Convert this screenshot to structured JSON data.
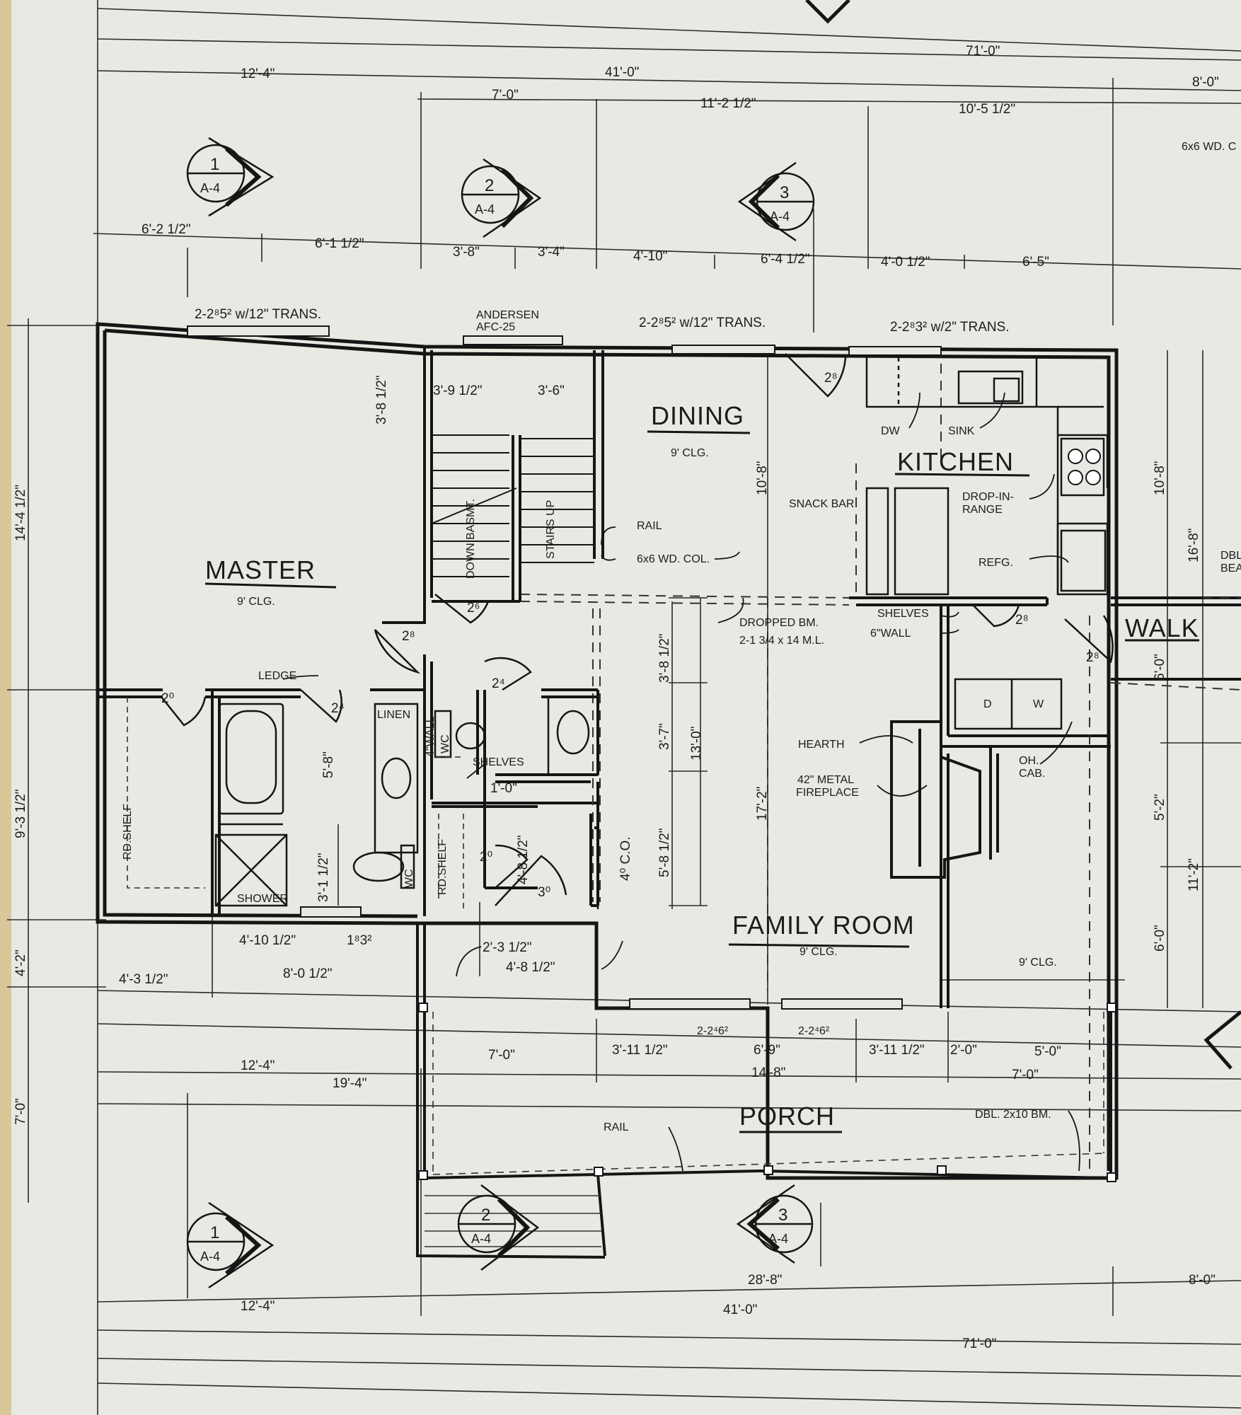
{
  "dimensions": {
    "top_overall_71": "71'-0\"",
    "top_41": "41'-0\"",
    "top_right_8": "8'-0\"",
    "top_left_12_4": "12'-4\"",
    "top_7": "7'-0\"",
    "top_11_2_5": "11'-2 1/2\"",
    "top_10_5_5": "10'-5 1/2\"",
    "win_6_2_5": "6'-2 1/2\"",
    "win_6_1_5": "6'-1 1/2\"",
    "win_3_8": "3'-8\"",
    "win_3_4": "3'-4\"",
    "win_4_10": "4'-10\"",
    "win_6_4_5": "6'-4 1/2\"",
    "win_4_0_5": "4'-0 1/2\"",
    "win_6_5": "6'-5\"",
    "stair_3_9_5": "3'-9 1/2\"",
    "stair_3_6": "3'-6\"",
    "stair_3_8_5_vert": "3'-8 1/2\"",
    "dining_10_8": "10'-8\"",
    "kitchen_10_8": "10'-8\"",
    "right_16_8": "16'-8\"",
    "right_6_0_upper": "6'-0\"",
    "right_5_2": "5'-2\"",
    "right_11_2": "11'-2\"",
    "right_6_0_lower": "6'-0\"",
    "left_14_4_5": "14'-4 1/2\"",
    "left_9_3_5": "9'-3 1/2\"",
    "left_4_2": "4'-2\"",
    "left_7_0": "7'-0\"",
    "bath_5_8": "5'-8\"",
    "bath_3_1_5": "3'-1 1/2\"",
    "bath_4_10_5": "4'-10 1/2\"",
    "bath_1_8_3_2": "1⁸3²",
    "hall_4_3_5": "4'-3 1/2\"",
    "hall_8_0_5": "8'-0 1/2\"",
    "hall_2_3_5": "2'-3 1/2\"",
    "hall_4_8_5": "4'-8 1/2\"",
    "hall_1_0": "1'-0\"",
    "hall_4_8_5_vert": "4'-8 1/2\"",
    "fam_3_8_5": "3'-8 1/2\"",
    "fam_3_7": "3'-7\"",
    "fam_13_0": "13'-0\"",
    "fam_5_8_5": "5'-8 1/2\"",
    "fam_17_2": "17'-2\"",
    "fam_4_0_co": "4⁰ C.O.",
    "porch_3_11_5_left": "3'-11 1/2\"",
    "porch_6_9": "6'-9\"",
    "porch_3_11_5_right": "3'-11 1/2\"",
    "porch_2_0": "2'-0\"",
    "porch_5_0": "5'-0\"",
    "porch_7_0_left": "7'-0\"",
    "porch_14_8": "14'-8\"",
    "porch_7_0_right": "7'-0\"",
    "bottom_12_4_upper": "12'-4\"",
    "bottom_19_4": "19'-4\"",
    "bottom_12_4_lower": "12'-4\"",
    "bottom_28_8": "28'-8\"",
    "bottom_41": "41'-0\"",
    "bottom_8": "8'-0\"",
    "bottom_71": "71'-0\""
  },
  "windows": {
    "master": "2-2⁸5² w/12\" TRANS.",
    "andersen_1": "ANDERSEN",
    "andersen_2": "AFC-25",
    "dining": "2-2⁸5² w/12\" TRANS.",
    "kitchen": "2-2⁸3² w/2\" TRANS.",
    "porch_1": "2-2⁴6²",
    "porch_2": "2-2⁴6²"
  },
  "doors": {
    "kitchen": "2⁸",
    "master_hall": "2⁸",
    "stair": "2⁶",
    "closet": "2⁰",
    "bath_a": "2⁴",
    "bath_b": "2⁴",
    "kitchen_hall": "2⁸",
    "walk": "2⁸",
    "closet_b": "2⁰",
    "closet_c": "3⁰"
  },
  "rooms": {
    "dining": "DINING",
    "kitchen": "KITCHEN",
    "master": "MASTER",
    "family": "FAMILY ROOM",
    "porch": "PORCH",
    "walk": "WALK"
  },
  "ceilings": {
    "dining": "9' CLG.",
    "master": "9' CLG.",
    "family": "9' CLG.",
    "right": "9' CLG."
  },
  "labels": {
    "dw": "DW",
    "sink": "SINK",
    "snack_bar": "SNACK BAR",
    "drop_in_1": "DROP-IN-",
    "drop_in_2": "RANGE",
    "refg": "REFG.",
    "rail_top": "RAIL",
    "col": "6x6 WD. COL.",
    "stairs_up": "STAIRS UP",
    "down_basmt": "DOWN BASMT.",
    "dropped_bm_1": "DROPPED BM.",
    "dropped_bm_2": "2-1 3/4 x 14 M.L.",
    "shelves_k": "SHELVES",
    "wall_6": "6\"WALL",
    "ledge": "LEDGE",
    "linen": "LINEN",
    "wc_a": "WC",
    "wc_b": "WC",
    "wall_4": "4\"WALL",
    "shelves_b": "SHELVES",
    "rd_shelf_a": "RD.SHELF",
    "rd_shelf_b": "RD.SHELF",
    "shower": "SHOWER",
    "hearth": "HEARTH",
    "fireplace_1": "42\" METAL",
    "fireplace_2": "FIREPLACE",
    "oh_cab_1": "OH.",
    "oh_cab_2": "CAB.",
    "d": "D",
    "w": "W",
    "rail_porch": "RAIL",
    "dbl_bm": "DBL. 2x10 BM.",
    "dbl_edge_1": "DBL",
    "dbl_edge_2": "BEA",
    "col_edge": "6x6 WD. C"
  },
  "sections": [
    {
      "num": "1",
      "sheet": "A-4"
    },
    {
      "num": "2",
      "sheet": "A-4"
    },
    {
      "num": "3",
      "sheet": "A-4"
    },
    {
      "num": "1",
      "sheet": "A-4"
    },
    {
      "num": "2",
      "sheet": "A-4"
    },
    {
      "num": "3",
      "sheet": "A-4"
    }
  ]
}
